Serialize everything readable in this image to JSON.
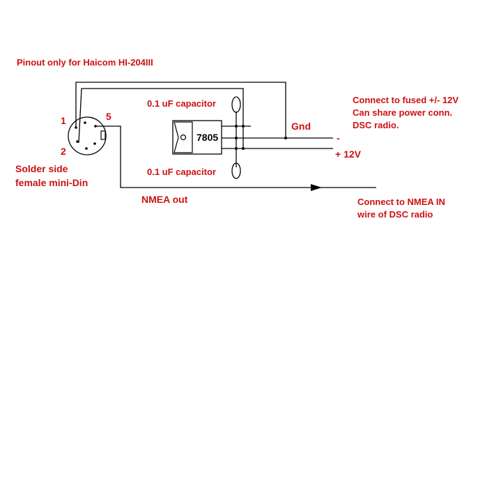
{
  "labels": {
    "pinout_title": "Pinout only for Haicom HI-204III",
    "pin1": "1",
    "pin2": "2",
    "pin5": "5",
    "connector_line1": "Solder side",
    "connector_line2": "female mini-Din",
    "cap_top": "0.1 uF capacitor",
    "cap_bottom": "0.1 uF capacitor",
    "regulator": "7805",
    "gnd": "Gnd",
    "minus": "-",
    "plus12": "+ 12V",
    "power_line1": "Connect to fused +/- 12V",
    "power_line2": "Can share power conn.",
    "power_line3": "DSC radio.",
    "nmea_out": "NMEA out",
    "nmea_in_line1": "Connect to NMEA IN",
    "nmea_in_line2": "wire of DSC radio"
  },
  "colors": {
    "text_red": "#cc1111",
    "wire": "#000000",
    "background": "#ffffff"
  }
}
